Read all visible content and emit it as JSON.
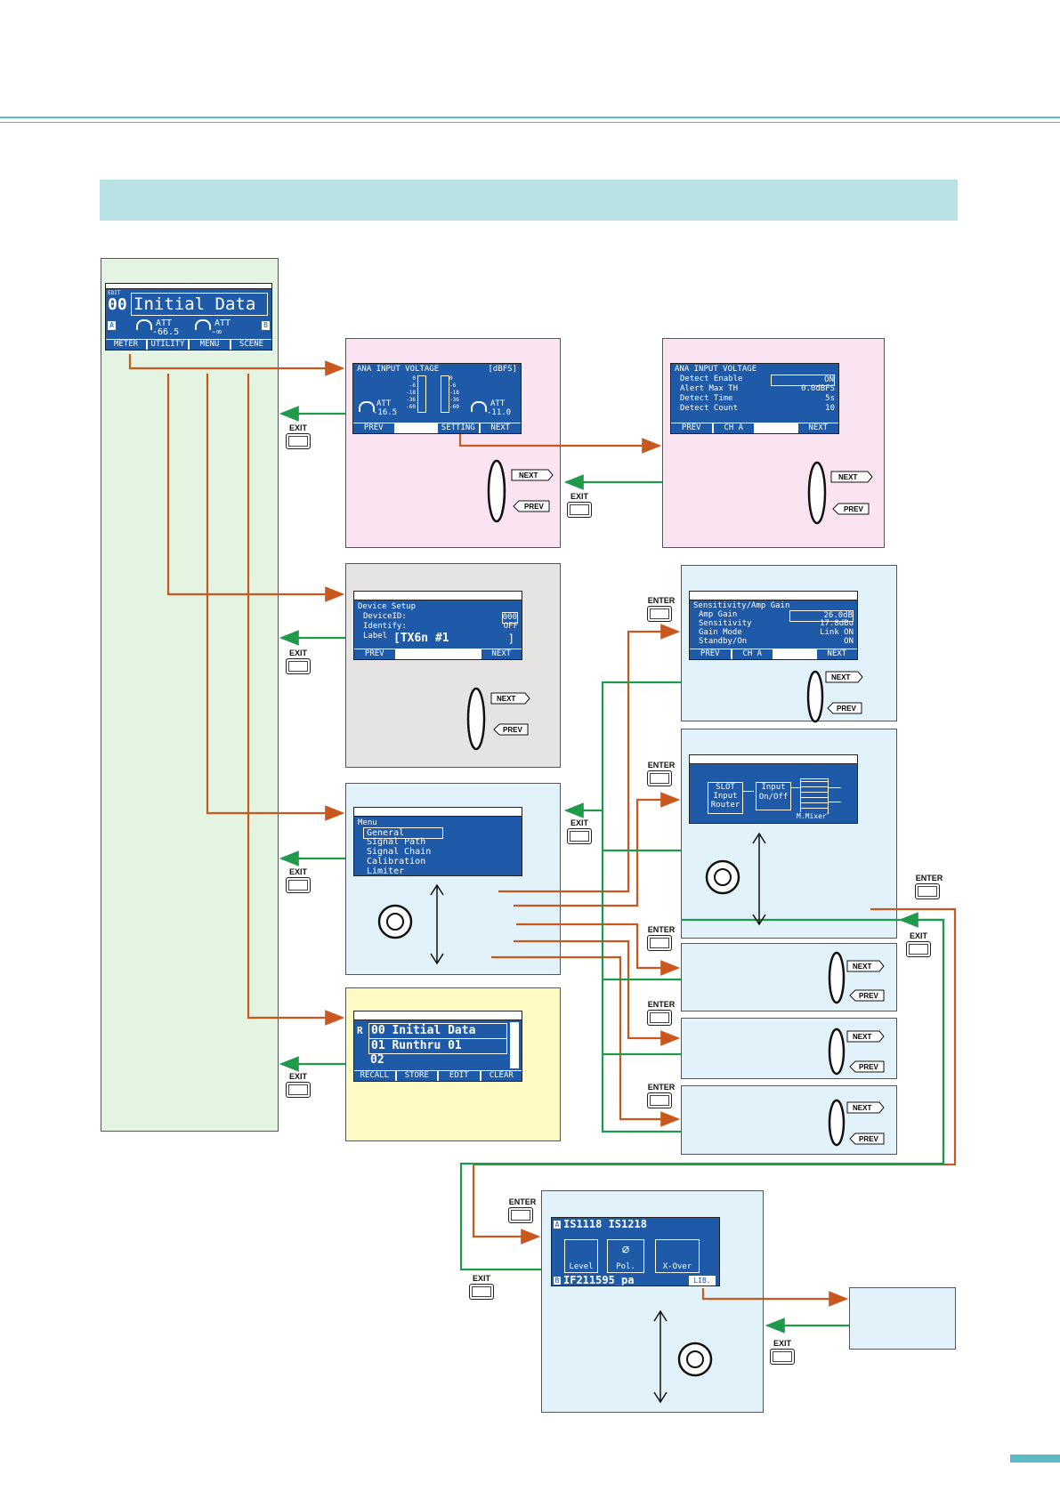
{
  "main_display": {
    "edit_label": "EDIT",
    "scene_number": "00",
    "scene_name": "Initial Data",
    "ch_a": "A",
    "ch_b": "B",
    "att_label_a": "ATT",
    "att_value_a": "-66.5",
    "att_label_b": "ATT",
    "att_value_b": "-∞",
    "softkeys": [
      "METER",
      "UTILITY",
      "MENU",
      "SCENE"
    ]
  },
  "meter_screen": {
    "title": "ANA INPUT VOLTAGE",
    "unit": "[dBFS]",
    "att_label_a": "ATT",
    "att_value_a": "-16.5",
    "att_label_b": "ATT",
    "att_value_b": "-11.0",
    "scale": [
      "0",
      "-6",
      "-18",
      "-36",
      "-60"
    ],
    "softkeys": [
      "PREV",
      "SETTING",
      "NEXT"
    ]
  },
  "meter_setting_screen": {
    "title": "ANA INPUT VOLTAGE",
    "rows": [
      {
        "label": "Detect Enable",
        "value": "ON"
      },
      {
        "label": "Alert Max TH",
        "value": "0.0dBFS"
      },
      {
        "label": "Detect Time",
        "value": "5s"
      },
      {
        "label": "Detect Count",
        "value": "10"
      }
    ],
    "softkeys": [
      "PREV",
      "CH A",
      "NEXT"
    ]
  },
  "utility_screen": {
    "title": "Device Setup",
    "rows": [
      {
        "label": "DeviceID:",
        "value": "000"
      },
      {
        "label": "Identify:",
        "value": "OFF"
      }
    ],
    "label_prefix": "Label",
    "label_value": "[TX6n #1",
    "label_close": "]",
    "softkeys": [
      "PREV",
      "NEXT"
    ]
  },
  "menu_screen": {
    "title": "Menu",
    "items": [
      "General",
      "Signal Path",
      "Signal Chain",
      "Calibration",
      "Limiter"
    ]
  },
  "scene_screen": {
    "bank": "R",
    "rows": [
      "00 Initial Data",
      "01 Runthru 01",
      "02"
    ],
    "softkeys": [
      "RECALL",
      "STORE",
      "EDIT",
      "CLEAR"
    ]
  },
  "general_screen": {
    "title": "Sensitivity/Amp Gain",
    "rows": [
      {
        "label": "Amp Gain",
        "value": "26.0dB"
      },
      {
        "label": "Sensitivity",
        "value": "17.8dBu"
      },
      {
        "label": "Gain Mode",
        "value": "Link ON"
      },
      {
        "label": "Standby/On",
        "value": "ON"
      }
    ],
    "softkeys": [
      "PREV",
      "CH A",
      "NEXT"
    ]
  },
  "signal_path_screen": {
    "block1": [
      "SLOT",
      "Input",
      "Router"
    ],
    "block2": [
      "Input",
      "On/Off"
    ],
    "block3": "M.Mixer"
  },
  "signal_chain_screen": {
    "ch_a": "A",
    "name_a": "IS1118 IS1218",
    "ch_b": "B",
    "name_b": "IF211595_pa",
    "blocks": [
      "Level",
      "Pol.",
      "X-Over"
    ],
    "lib_key": "LIB."
  },
  "buttons": {
    "exit": "EXIT",
    "enter": "ENTER"
  },
  "dial_labels": {
    "next": "NEXT",
    "prev": "PREV"
  },
  "colors": {
    "arrow_orange": "#c8581e",
    "arrow_green": "#1e9a4a",
    "lcd_blue": "#1f5aa8",
    "accent_teal": "#5bb8c6"
  }
}
